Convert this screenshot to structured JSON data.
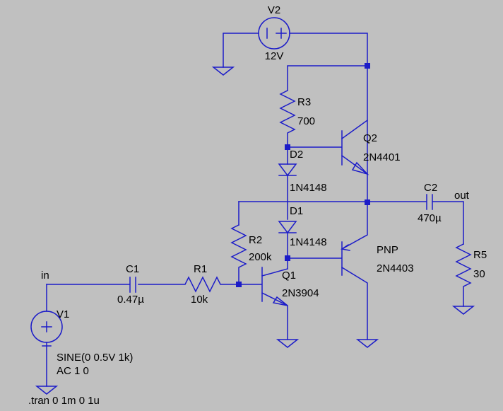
{
  "colors": {
    "background": "#c0c0c0",
    "wire": "#1c1cc8",
    "text": "#000000"
  },
  "labels": {
    "v2_name": "V2",
    "v2_value": "12V",
    "r3_name": "R3",
    "r3_value": "700",
    "q2_name": "Q2",
    "q2_model": "2N4401",
    "d2_name": "D2",
    "d2_model": "1N4148",
    "d1_name": "D1",
    "d1_model": "1N4148",
    "c2_name": "C2",
    "c2_value": "470µ",
    "out_label": "out",
    "r5_name": "R5",
    "r5_value": "30",
    "r2_name": "R2",
    "r2_value": "200k",
    "q1_name": "Q1",
    "q1_model": "2N3904",
    "pnp_name": "PNP",
    "pnp_model": "2N4403",
    "in_label": "in",
    "c1_name": "C1",
    "c1_value": "0.47µ",
    "r1_name": "R1",
    "r1_value": "10k",
    "v1_name": "V1",
    "v1_value": "SINE(0 0.5V 1k)",
    "v1_ac": "AC 1 0",
    "sim_directive": ".tran 0 1m 0 1u"
  }
}
